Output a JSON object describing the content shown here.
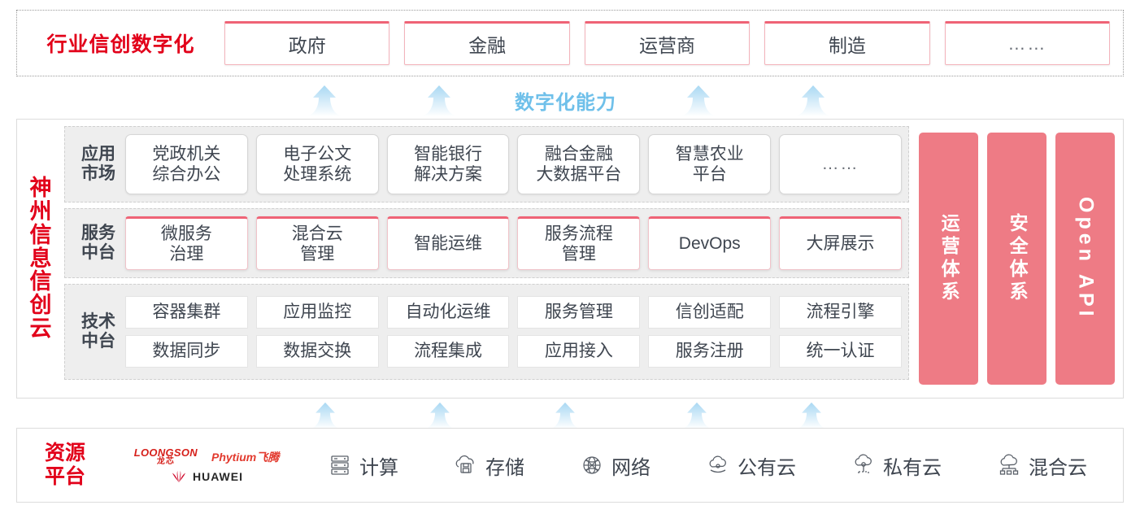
{
  "industry": {
    "title": "行业信创数字化",
    "boxes": [
      {
        "label": "政府"
      },
      {
        "label": "金融"
      },
      {
        "label": "运营商"
      },
      {
        "label": "制造"
      },
      {
        "label": "……"
      }
    ]
  },
  "capability": {
    "label": "数字化能力",
    "arrow_count_top": 4,
    "arrow_count_bottom": 5,
    "arrow_color": "#bfe2f7"
  },
  "cloud": {
    "title": "神州信息信创云",
    "title_chars": [
      "神",
      "州",
      "信",
      "息",
      "信",
      "创",
      "云"
    ],
    "layers": [
      {
        "name": "app-market",
        "label": "应用\n市场",
        "label_lines": [
          "应用",
          "市场"
        ],
        "cells": [
          "党政机关\n综合办公",
          "电子公文\n处理系统",
          "智能银行\n解决方案",
          "融合金融\n大数据平台",
          "智慧农业\n平台",
          "……"
        ],
        "cell_lines": [
          [
            "党政机关",
            "综合办公"
          ],
          [
            "电子公文",
            "处理系统"
          ],
          [
            "智能银行",
            "解决方案"
          ],
          [
            "融合金融",
            "大数据平台"
          ],
          [
            "智慧农业",
            "平台"
          ],
          [
            "……"
          ]
        ]
      },
      {
        "name": "service-platform",
        "label_lines": [
          "服务",
          "中台"
        ],
        "cell_lines": [
          [
            "微服务",
            "治理"
          ],
          [
            "混合云",
            "管理"
          ],
          [
            "智能运维"
          ],
          [
            "服务流程",
            "管理"
          ],
          [
            "DevOps"
          ],
          [
            "大屏展示"
          ]
        ]
      },
      {
        "name": "tech-platform",
        "label_lines": [
          "技术",
          "中台"
        ],
        "rows": [
          [
            "容器集群",
            "应用监控",
            "自动化运维",
            "服务管理",
            "信创适配",
            "流程引擎"
          ],
          [
            "数据同步",
            "数据交换",
            "流程集成",
            "应用接入",
            "服务注册",
            "统一认证"
          ]
        ]
      }
    ],
    "pillars": [
      {
        "name": "operations-system",
        "label": "运营体系",
        "latin": false
      },
      {
        "name": "security-system",
        "label": "安全体系",
        "latin": false
      },
      {
        "name": "open-api",
        "label": "Open API",
        "latin": true
      }
    ],
    "pillar_color": "#ee7b85"
  },
  "resource": {
    "title_lines": [
      "资源",
      "平台"
    ],
    "vendors": [
      {
        "name": "loongson",
        "en": "LOONGSON",
        "cn": "龙芯"
      },
      {
        "name": "phytium",
        "label": "Phytium飞腾"
      },
      {
        "name": "huawei",
        "label": "HUAWEI"
      }
    ],
    "items": [
      {
        "icon": "server-icon",
        "label": "计算"
      },
      {
        "icon": "storage-cloud-icon",
        "label": "存储"
      },
      {
        "icon": "network-globe-icon",
        "label": "网络"
      },
      {
        "icon": "public-cloud-icon",
        "label": "公有云"
      },
      {
        "icon": "private-cloud-icon",
        "label": "私有云"
      },
      {
        "icon": "hybrid-cloud-icon",
        "label": "混合云"
      }
    ]
  },
  "colors": {
    "brand_red": "#e2001a",
    "accent_pink": "#ef6376",
    "pillar_pink": "#ee7b85",
    "arrow_blue": "#bfe2f7",
    "capability_blue": "#6fc0ea",
    "layer_bg": "#eeeeee",
    "text_dark": "#3f4650"
  }
}
